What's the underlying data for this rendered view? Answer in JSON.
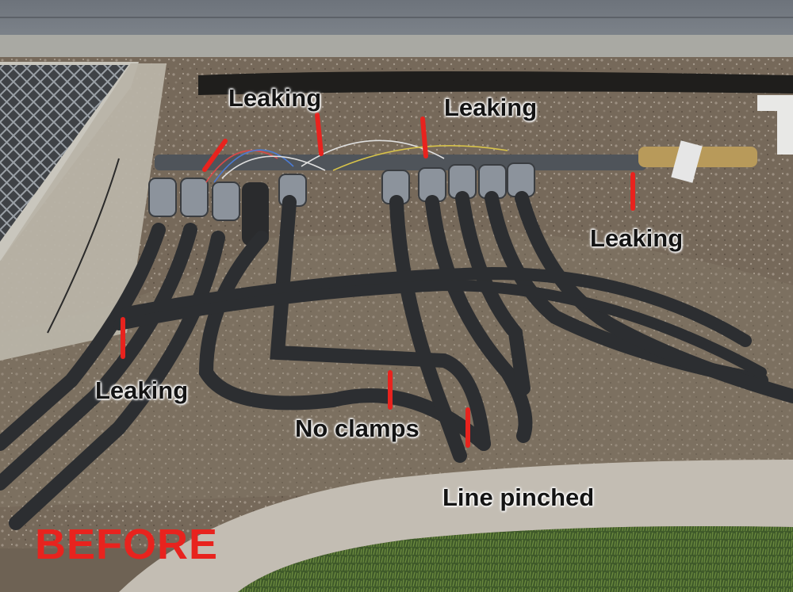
{
  "photo": {
    "subject": "sprinkler valve manifold",
    "stage_label": "BEFORE",
    "stage_color": "#e8231e",
    "annotation_color": "#e8231e"
  },
  "annotations": {
    "leaking_top_left": "Leaking",
    "leaking_top_right": "Leaking",
    "leaking_right": "Leaking",
    "leaking_left": "Leaking",
    "no_clamps": "No clamps",
    "line_pinched": "Line pinched"
  }
}
